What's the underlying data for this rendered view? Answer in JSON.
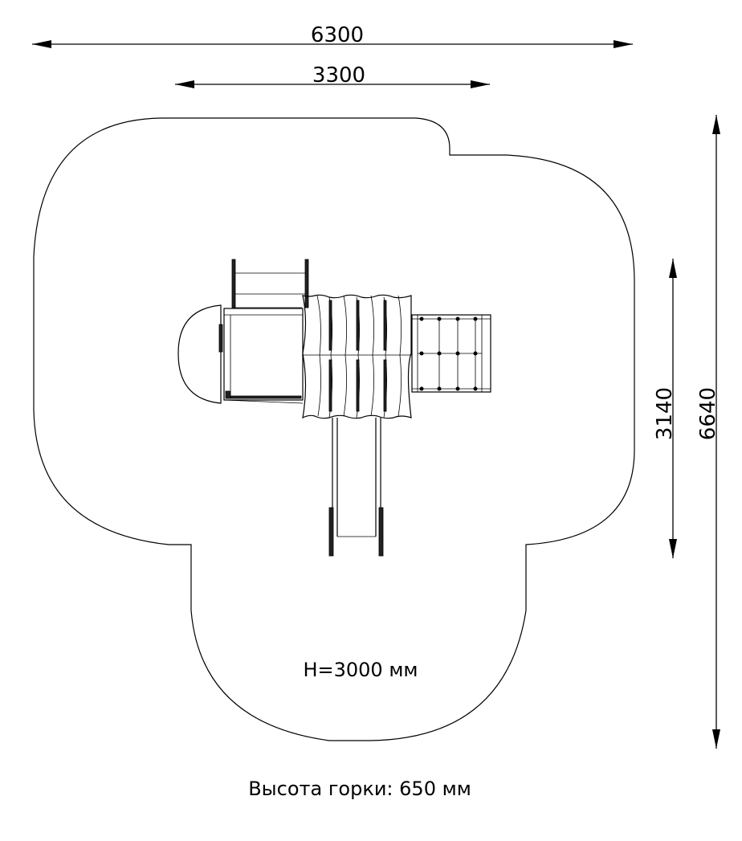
{
  "dimensions": {
    "overall_width": "6300",
    "inner_width": "3300",
    "inner_height": "3140",
    "overall_height": "6640"
  },
  "labels": {
    "tower_height": "H=3000 мм",
    "slide_height": "Высота горки: 650 мм"
  },
  "colors": {
    "line": "#000000",
    "background": "#ffffff"
  }
}
